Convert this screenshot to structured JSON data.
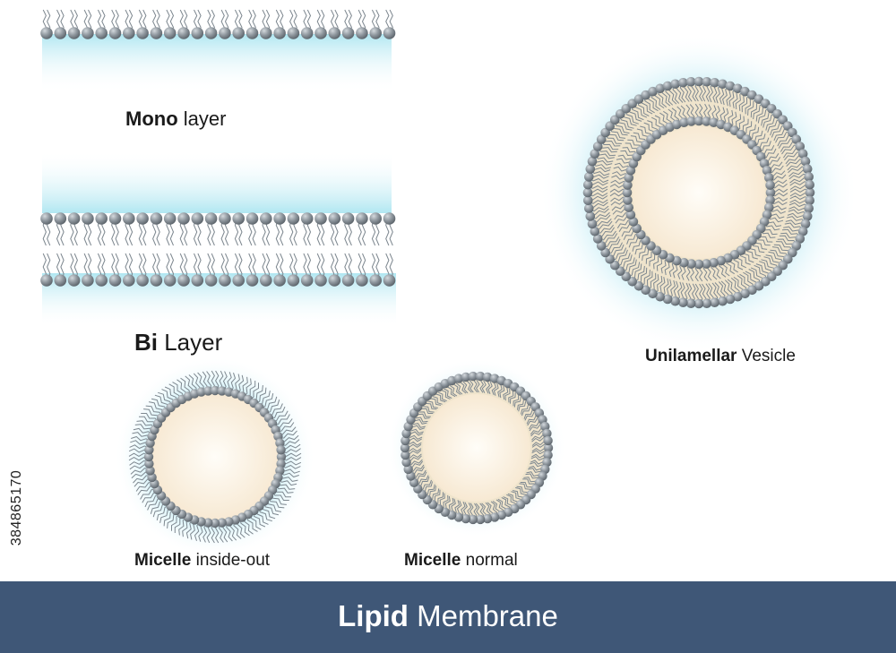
{
  "diagram": {
    "mono_layer": {
      "bold": "Mono",
      "rest": " layer"
    },
    "bi_layer": {
      "bold": "Bi",
      "rest": " Layer"
    },
    "unilamellar_vesicle": {
      "bold": "Unilamellar",
      "rest": " Vesicle"
    },
    "micelle_inside_out": {
      "bold": "Micelle",
      "rest": " inside-out"
    },
    "micelle_normal": {
      "bold": "Micelle",
      "rest": " normal"
    }
  },
  "footer": {
    "bold": "Lipid",
    "rest": " Membrane"
  },
  "stock_id": "384865170",
  "colors": {
    "head": "#8e969d",
    "tail": "#7e8890",
    "glow": "#a8e4f0",
    "core": "#fbf2e4",
    "ring": "#efe4cc",
    "footer_bg": "#3f5777"
  }
}
